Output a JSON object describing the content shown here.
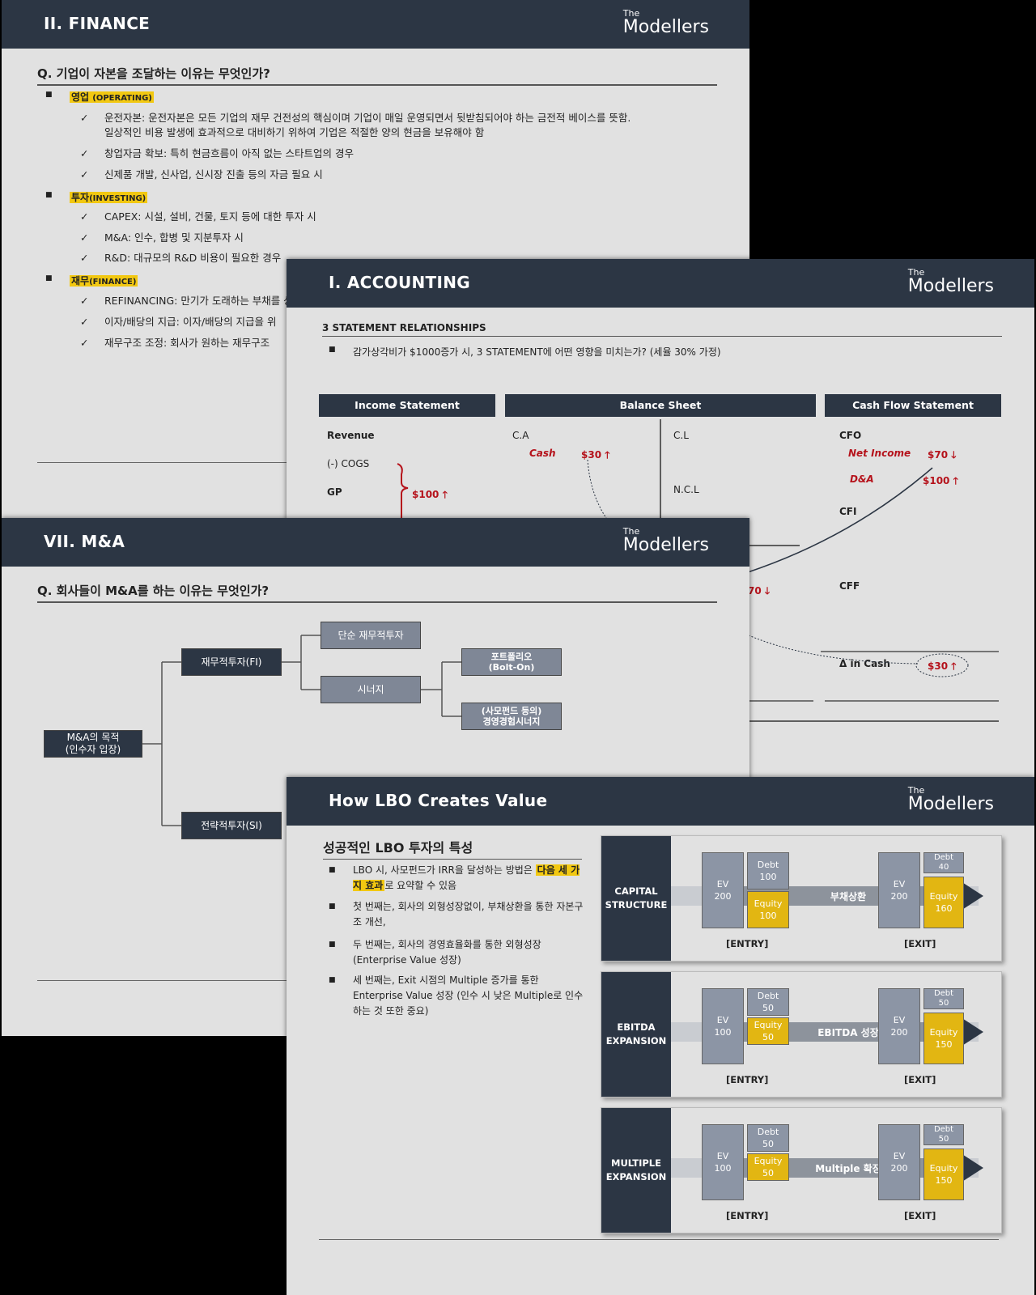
{
  "logo": {
    "the": "The",
    "name": "Modellers"
  },
  "finance": {
    "title": "II. FINANCE",
    "question": "Q. 기업이 자본을 조달하는 이유는 무엇인가?",
    "sections": [
      {
        "label": "영업",
        "sub": "(OPERATING)",
        "items": [
          "운전자본: 운전자본은 모든 기업의 재무 건전성의 핵심이며 기업이 매일 운영되면서 뒷받침되어야 하는 금전적 베이스를 뜻함.",
          "일상적인 비용 발생에 효과적으로 대비하기 위하여 기업은 적절한 양의 현금을 보유해야 함",
          "창업자금 확보: 특히 현금흐름이 아직 없는 스타트업의 경우",
          "신제품 개발, 신사업, 신시장 진출 등의 자금 필요 시"
        ]
      },
      {
        "label": "투자",
        "sub": "(INVESTING)",
        "items": [
          "CAPEX: 시설, 설비, 건물, 토지 등에 대한 투자 시",
          "M&A: 인수, 합병 및 지분투자 시",
          "R&D: 대규모의 R&D 비용이 필요한 경우"
        ]
      },
      {
        "label": "재무",
        "sub": "(FINANCE)",
        "items": [
          "REFINANCING: 만기가 도래하는 부채를 상",
          "이자/배당의 지급: 이자/배당의 지급을 위",
          "재무구조 조정: 회사가 원하는 재무구조"
        ]
      }
    ]
  },
  "accounting": {
    "title": "I. ACCOUNTING",
    "subtitle": "3 STATEMENT RELATIONSHIPS",
    "bullet": "감가상각비가 $1000증가 시, 3 STATEMENT에 어떤 영향을 미치는가? (세율 30% 가정)",
    "columns": [
      "Income Statement",
      "Balance Sheet",
      "Cash Flow Statement"
    ],
    "is_labels": [
      "Revenue",
      "(-) COGS",
      "GP"
    ],
    "is_value": "$100",
    "bs_labels": [
      "C.A",
      "C.L",
      "N.C.L"
    ],
    "bs_cash": "Cash",
    "bs_cash_value": "$30",
    "cf_labels": [
      "CFO",
      "CFI",
      "CFF",
      "Δ in Cash"
    ],
    "cf_net_income": "Net Income",
    "cf_net_income_value": "$70",
    "cf_da": "D&A",
    "cf_da_value": "$100",
    "cf_cash_value": "$30",
    "partial_value": "70"
  },
  "ma": {
    "title": "VII. M&A",
    "question": "Q. 회사들이 M&A를 하는 이유는 무엇인가?",
    "root": "M&A의 목적\n(인수자 입장)",
    "fi": "재무적투자(FI)",
    "si": "전략적투자(SI)",
    "simple": "단순 재무적투자",
    "synergy": "시너지",
    "portfolio": "포트폴리오\n(Bolt-On)",
    "mgmt": "(사모펀드 등의)\n경영경험시너지"
  },
  "lbo": {
    "title": "How LBO Creates Value",
    "heading": "성공적인 LBO 투자의 특성",
    "bullets": [
      {
        "pre": "LBO 시, 사모펀드가 IRR을 달성하는 방법은",
        "hl": "다음 세 가지 효과",
        "post": "로 요약할 수 있음"
      },
      {
        "pre": "첫 번째는, 회사의 외형성장없이, 부채상환을 통한 자본구조 개선,",
        "hl": "",
        "post": ""
      },
      {
        "pre": "두 번째는, 회사의 경영효율화를 통한 외형성장 (Enterprise Value 성장)",
        "hl": "",
        "post": ""
      },
      {
        "pre": "세 번째는, Exit 시점의 Multiple 증가를 통한 Enterprise Value 성장 (인수 시 낮은 Multiple로 인수하는 것 또한 중요)",
        "hl": "",
        "post": ""
      }
    ],
    "panels": [
      {
        "side": "CAPITAL\nSTRUCTURE",
        "entry_ev": "EV\n200",
        "entry_debt": "Debt\n100",
        "entry_equity": "Equity\n100",
        "arrow": "부채상환",
        "exit_ev": "EV\n200",
        "exit_debt": "Debt\n40",
        "exit_equity": "Equity\n160",
        "entry_tag": "[ENTRY]",
        "exit_tag": "[EXIT]"
      },
      {
        "side": "EBITDA\nEXPANSION",
        "entry_ev": "EV\n100",
        "entry_debt": "Debt\n50",
        "entry_equity": "Equity\n50",
        "arrow": "EBITDA 성장",
        "exit_ev": "EV\n200",
        "exit_debt": "Debt\n50",
        "exit_equity": "Equity\n150",
        "entry_tag": "[ENTRY]",
        "exit_tag": "[EXIT]"
      },
      {
        "side": "MULTIPLE\nEXPANSION",
        "entry_ev": "EV\n100",
        "entry_debt": "Debt\n50",
        "entry_equity": "Equity\n50",
        "arrow": "Multiple 확장",
        "exit_ev": "EV\n200",
        "exit_debt": "Debt\n50",
        "exit_equity": "Equity\n150",
        "entry_tag": "[ENTRY]",
        "exit_tag": "[EXIT]"
      }
    ]
  }
}
